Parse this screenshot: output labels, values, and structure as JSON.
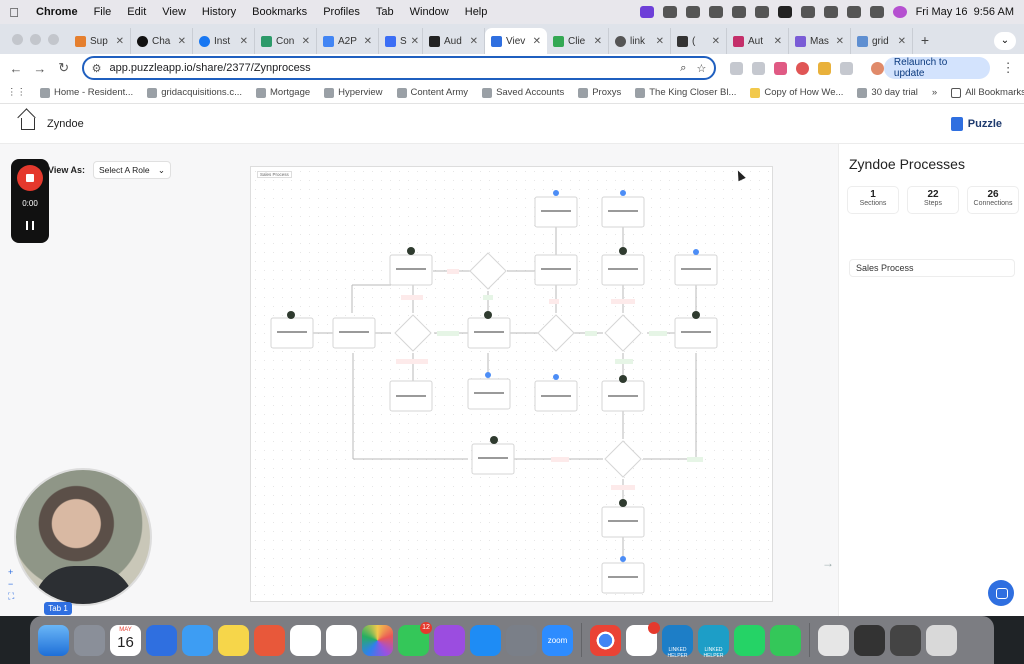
{
  "menubar": {
    "apple": "",
    "app": "Chrome",
    "items": [
      "File",
      "Edit",
      "View",
      "History",
      "Bookmarks",
      "Profiles",
      "Tab",
      "Window",
      "Help"
    ],
    "datetime": "Fri May 16  9:56 AM"
  },
  "tabs": [
    {
      "label": "Sup",
      "active": false
    },
    {
      "label": "Cha",
      "active": false
    },
    {
      "label": "Inst",
      "active": false
    },
    {
      "label": "Con",
      "active": false
    },
    {
      "label": "A2P",
      "active": false
    },
    {
      "label": "S",
      "active": false
    },
    {
      "label": "Aud",
      "active": false
    },
    {
      "label": "Viev",
      "active": true
    },
    {
      "label": "Clie",
      "active": false
    },
    {
      "label": "link",
      "active": false
    },
    {
      "label": "(",
      "active": false
    },
    {
      "label": "Aut",
      "active": false
    },
    {
      "label": "Mas",
      "active": false
    },
    {
      "label": "grid",
      "active": false
    }
  ],
  "toolbar": {
    "url": "app.puzzleapp.io/share/2377/Zynprocess",
    "relaunch": "Relaunch to update"
  },
  "bookmarks": [
    "Home - Resident...",
    "gridacquisitions.c...",
    "Mortgage",
    "Hyperview",
    "Content Army",
    "Saved Accounts",
    "Proxys",
    "The King Closer Bl...",
    "Copy of How We...",
    "30 day trial"
  ],
  "all_bookmarks": "All Bookmarks",
  "app": {
    "name": "Zyndoe",
    "brand": "Puzzle",
    "view_as_label": "View As:",
    "role_placeholder": "Select A Role",
    "canvas_title": "Sales Process"
  },
  "panel": {
    "title": "Zyndoe Processes",
    "stats": [
      {
        "value": "1",
        "label": "Sections"
      },
      {
        "value": "22",
        "label": "Steps"
      },
      {
        "value": "26",
        "label": "Connections"
      }
    ],
    "process": "Sales Process"
  },
  "recorder": {
    "time": "0:00"
  },
  "tab_chip": "Tab 1",
  "dock": {
    "calendar_month": "MAY",
    "calendar_day": "16",
    "facetime_badge": "12",
    "zoom_label": "zoom",
    "linkedhelper_label": "LINKED HELPER"
  },
  "colors": {
    "accent": "#2f6fe0",
    "record": "#e5392d",
    "url_border": "#1f5fbf"
  }
}
